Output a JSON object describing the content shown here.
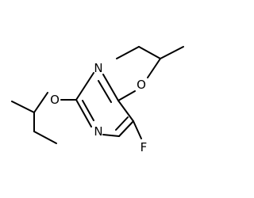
{
  "molecule": {
    "atoms": [
      {
        "id": "N_top",
        "label": "N",
        "color": "#000000"
      },
      {
        "id": "N_bottom",
        "label": "N",
        "color": "#000000"
      },
      {
        "id": "O_left",
        "label": "O",
        "color": "#000000"
      },
      {
        "id": "O_right",
        "label": "O",
        "color": "#000000"
      },
      {
        "id": "F",
        "label": "F",
        "color": "#000000"
      }
    ],
    "bond_color": "#000000",
    "background": "#ffffff"
  }
}
